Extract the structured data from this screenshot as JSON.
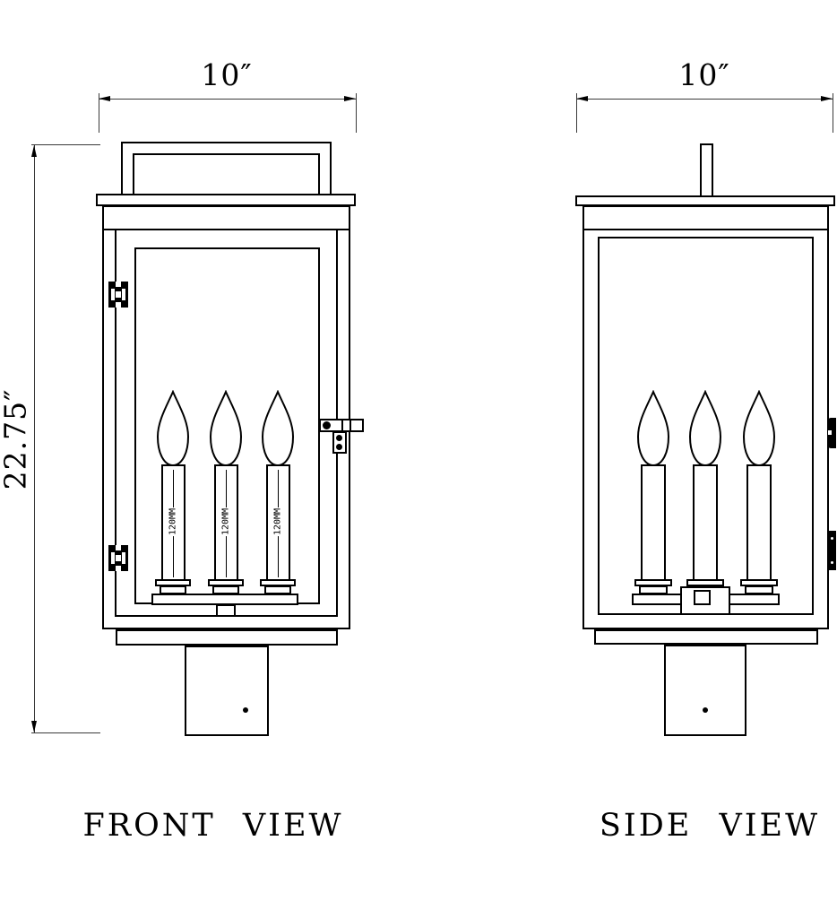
{
  "page": {
    "background_color": "#ffffff",
    "line_color": "#000000",
    "dimension_line_color": "#3a3a3a"
  },
  "views": {
    "front": {
      "label": "FRONT VIEW",
      "width_dim_label": "10″",
      "height_dim_label": "22.75″",
      "candles": [
        {
          "length_label": "120MM"
        },
        {
          "length_label": "120MM"
        },
        {
          "length_label": "120MM"
        }
      ]
    },
    "side": {
      "label": "SIDE VIEW",
      "width_dim_label": "10″"
    }
  }
}
